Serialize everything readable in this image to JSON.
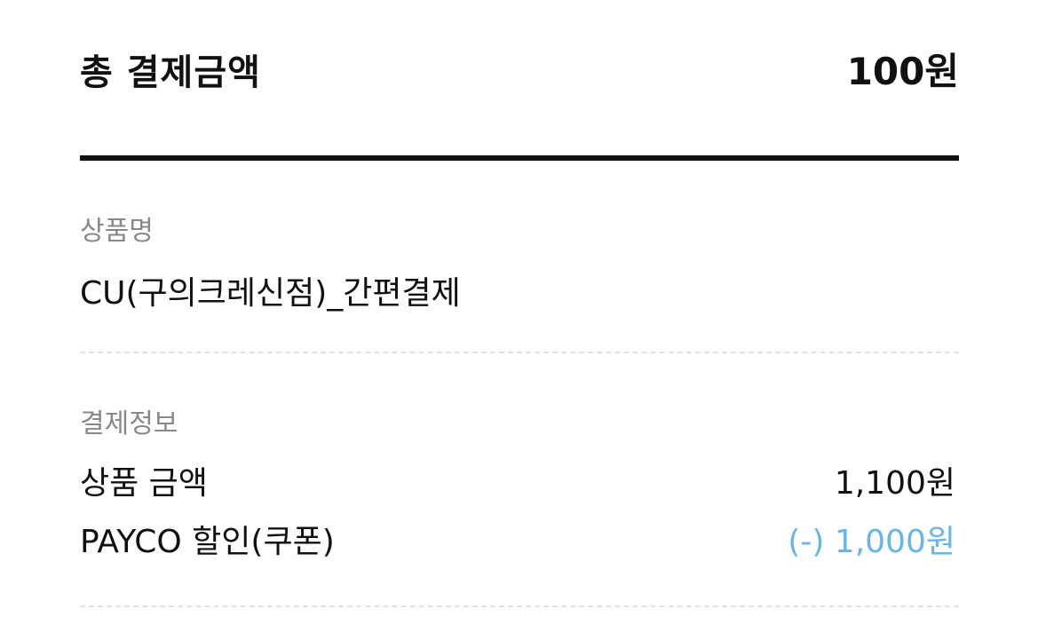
{
  "total": {
    "label": "총 결제금액",
    "value": "100원"
  },
  "product": {
    "title": "상품명",
    "name": "CU(구의크레신점)_간편결제"
  },
  "payment": {
    "title": "결제정보",
    "rows": [
      {
        "label": "상품 금액",
        "value": "1,100원"
      },
      {
        "label": "PAYCO 할인(쿠폰)",
        "value": "(-) 1,000원"
      }
    ]
  },
  "colors": {
    "discount": "#67b6ea",
    "section_title": "#888888",
    "divider": "#111111"
  }
}
